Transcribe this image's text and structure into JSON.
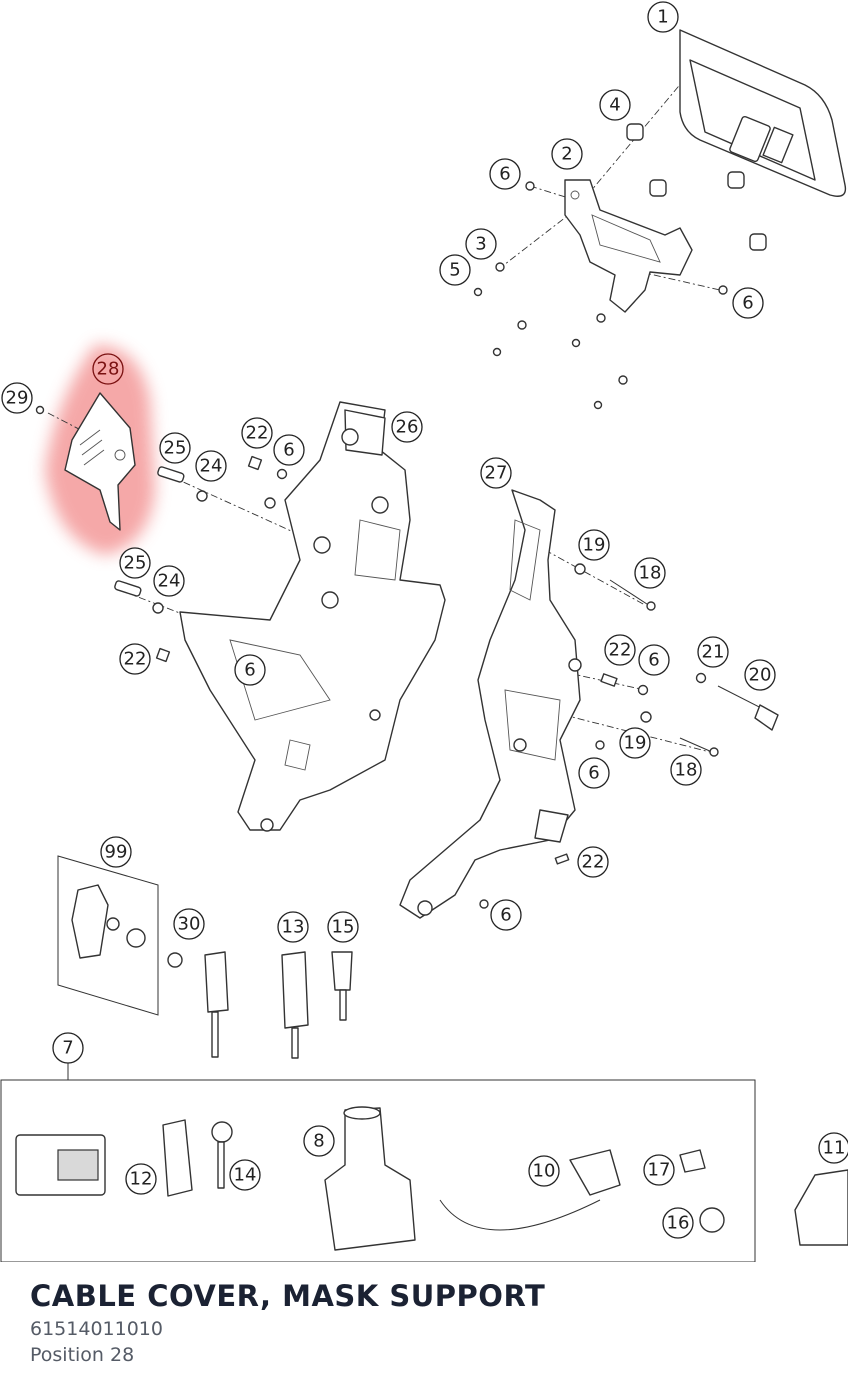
{
  "part": {
    "title": "CABLE COVER, MASK SUPPORT",
    "number": "61514011010",
    "position": "Position 28"
  },
  "highlight": {
    "label": "28",
    "color": "#f08a8a"
  },
  "callouts": [
    "1",
    "2",
    "3",
    "4",
    "5",
    "6",
    "6",
    "6",
    "6",
    "6",
    "6",
    "6",
    "7",
    "8",
    "10",
    "11",
    "12",
    "13",
    "14",
    "15",
    "16",
    "17",
    "18",
    "18",
    "19",
    "19",
    "20",
    "21",
    "22",
    "22",
    "22",
    "22",
    "24",
    "24",
    "25",
    "25",
    "26",
    "27",
    "28",
    "29",
    "30",
    "99"
  ]
}
